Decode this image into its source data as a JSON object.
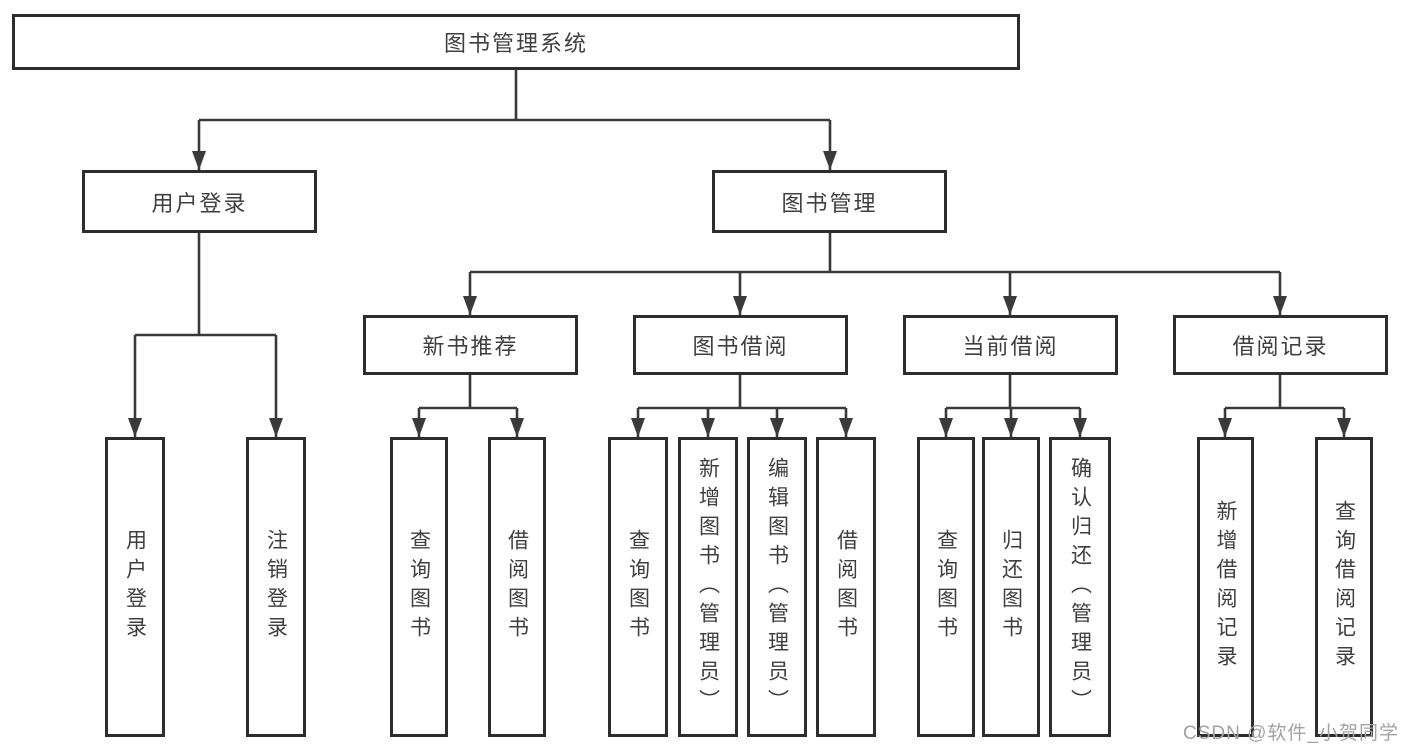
{
  "tree": {
    "root": "图书管理系统",
    "branches": [
      {
        "label": "用户登录",
        "children": [
          "用户登录",
          "注销登录"
        ]
      },
      {
        "label": "图书管理",
        "groups": [
          {
            "label": "新书推荐",
            "children": [
              "查询图书",
              "借阅图书"
            ]
          },
          {
            "label": "图书借阅",
            "children": [
              "查询图书",
              "新增图书（管理员）",
              "编辑图书（管理员）",
              "借阅图书"
            ]
          },
          {
            "label": "当前借阅",
            "children": [
              "查询图书",
              "归还图书",
              "确认归还（管理员）"
            ]
          },
          {
            "label": "借阅记录",
            "children": [
              "新增借阅记录",
              "查询借阅记录"
            ]
          }
        ]
      }
    ]
  },
  "watermark": {
    "text": "CSDN @软件_小贺同学"
  },
  "colors": {
    "line": "#3a3a3a",
    "box_border": "#2d2d2d",
    "text": "#3f3f3f",
    "watermark": "#a3a3a3",
    "background": "#ffffff"
  }
}
